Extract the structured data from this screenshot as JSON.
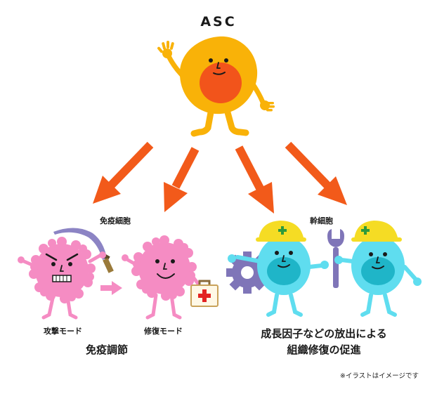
{
  "title": "ASC",
  "groups": {
    "immune": {
      "label": "免疫細胞",
      "attack_mode": "攻撃モード",
      "repair_mode": "修復モード",
      "result": "免疫調節"
    },
    "stem": {
      "label": "幹細胞",
      "result_line1": "成長因子などの放出による",
      "result_line2": "組織修復の促進"
    }
  },
  "note": "※イラストはイメージです",
  "colors": {
    "asc_body": "#F9B208",
    "asc_belly": "#F2541B",
    "arrow": "#F25A1A",
    "immune_cell": "#F58CC3",
    "stem_cell": "#5FDDEF",
    "helmet": "#F5DC24",
    "tool": "#7F75B8"
  }
}
